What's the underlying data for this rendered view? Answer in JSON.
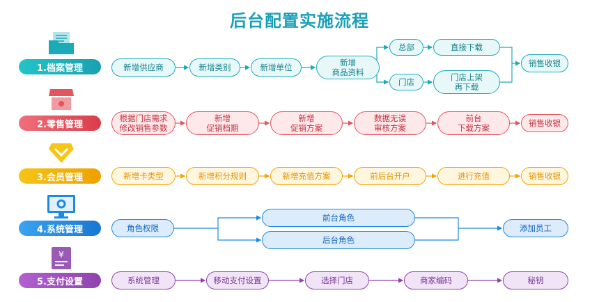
{
  "title": "后台配置实施流程",
  "colors": {
    "archive": "#1aaab8",
    "retail": "#e2545e",
    "member": "#f5a300",
    "system": "#1e88e5",
    "payment": "#8e44ad"
  },
  "categories": [
    {
      "label": "1.档案管理",
      "icon": "folder-icon"
    },
    {
      "label": "2.零售管理",
      "icon": "store-icon"
    },
    {
      "label": "3.会员管理",
      "icon": "diamond-icon"
    },
    {
      "label": "4.系统管理",
      "icon": "monitor-gear-icon"
    },
    {
      "label": "5.支付设置",
      "icon": "payment-doc-icon"
    }
  ],
  "archive": {
    "steps": [
      "新增供应商",
      "新增类别",
      "新增单位",
      "新增\n商品资料"
    ],
    "branch_head": "总部",
    "branch_head_action": "直接下载",
    "branch_store": "门店",
    "branch_store_action": "门店上架\n再下载",
    "end": "销售收银"
  },
  "retail": {
    "steps": [
      "根据门店需求\n修改销售参数",
      "新增\n促销档期",
      "新增\n促销方案",
      "数据无误\n审核方案",
      "前台\n下载方案",
      "销售收银"
    ]
  },
  "member": {
    "steps": [
      "新增卡类型",
      "新增积分规则",
      "新增充值方案",
      "前后台开户",
      "进行充值",
      "销售收银"
    ]
  },
  "system": {
    "start": "角色权限",
    "branch_front": "前台角色",
    "branch_back": "后台角色",
    "end": "添加员工"
  },
  "payment": {
    "steps": [
      "系统管理",
      "移动支付设置",
      "选择门店",
      "商家编码",
      "秘钥"
    ]
  }
}
